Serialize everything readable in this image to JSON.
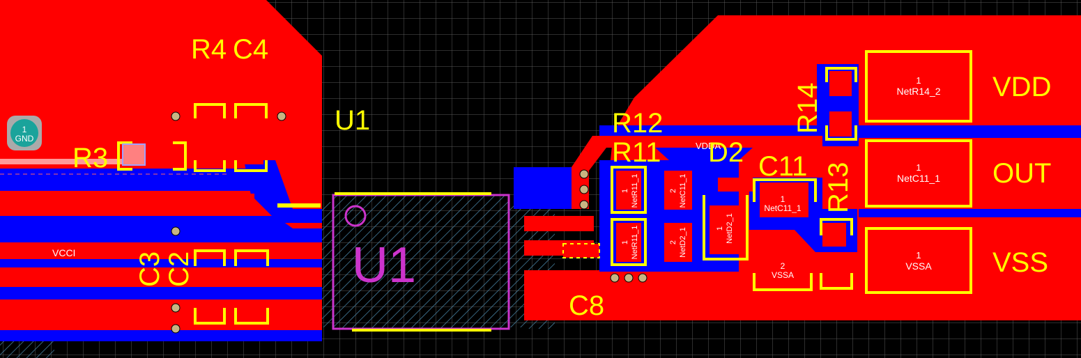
{
  "colors": {
    "background": "#000000",
    "grid": "#5a5a5a",
    "top_copper": "#ff0000",
    "bottom_copper": "#0000ff",
    "silkscreen": "#ffff00",
    "component_outline": "#cc33cc",
    "pad_text": "#ffffff",
    "via": "#c8b482",
    "test_point": "#1aa39b"
  },
  "designators": {
    "r4": "R4",
    "c4": "C4",
    "r3": "R3",
    "u1_small": "U1",
    "u1_large": "U1",
    "c3": "C3",
    "c2": "C2",
    "c8": "C8",
    "r12": "R12",
    "r11": "R11",
    "d2": "D2",
    "c11": "C11",
    "r14": "R14",
    "r13": "R13"
  },
  "connectors": {
    "vdd": "VDD",
    "out": "OUT",
    "vss": "VSS"
  },
  "nets": {
    "vcci": "VCCI",
    "vdda": "VDDA"
  },
  "test_point": {
    "number": "1",
    "net": "GND"
  },
  "pads": {
    "vdd_pad": {
      "number": "1",
      "net": "NetR14_2"
    },
    "out_pad": {
      "number": "1",
      "net": "NetC11_1"
    },
    "vss_pad": {
      "number": "1",
      "net": "VSSA"
    },
    "r11_pad1": {
      "number": "1",
      "net": "NetR11_1"
    },
    "c11_pad2_top": {
      "number": "2",
      "net": "NetC11_1"
    },
    "r11_pad1_b": {
      "number": "1",
      "net": "NetR11_1"
    },
    "d2_pad2": {
      "number": "2",
      "net": "NetD2_1"
    },
    "d2_pad1": {
      "number": "1",
      "net": "NetD2_1"
    },
    "c11_pad1": {
      "number": "1",
      "net": "NetC11_1"
    },
    "c11_pad2": {
      "number": "2",
      "net": "VSSA"
    }
  }
}
